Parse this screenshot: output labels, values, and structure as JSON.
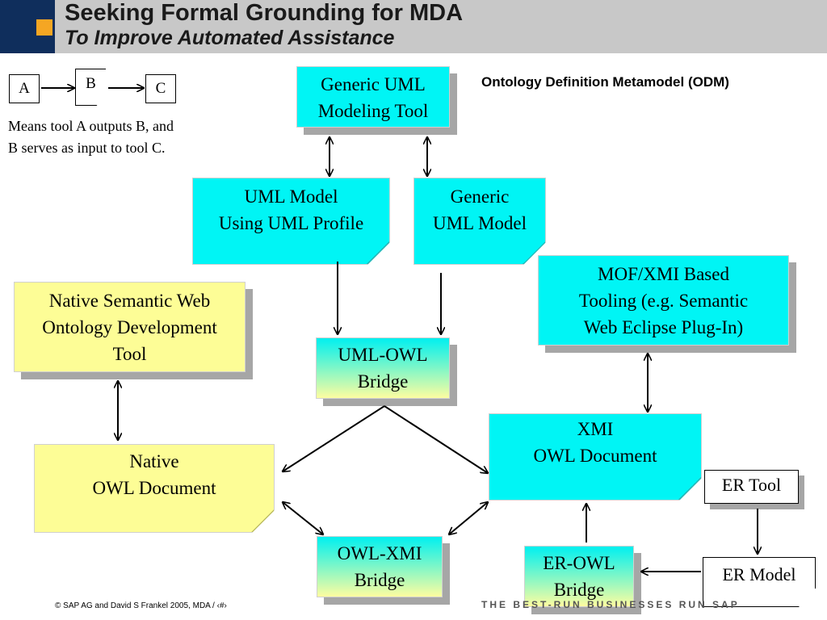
{
  "header": {
    "title": "Seeking Formal Grounding for MDA",
    "subtitle": "To Improve Automated Assistance",
    "blue": "#0f2e5c",
    "orange": "#f5a623"
  },
  "odm_label": "Ontology Definition Metamodel (ODM)",
  "legend": {
    "a": "A",
    "b": "B",
    "c": "C",
    "text": "Means tool A outputs B, and B serves as input to tool C."
  },
  "nodes": {
    "generic_uml_tool": [
      "Generic UML",
      "Modeling Tool"
    ],
    "uml_model_profile": [
      "UML Model",
      "Using UML Profile"
    ],
    "generic_uml_model": [
      "Generic",
      "UML Model"
    ],
    "mof_xmi": [
      "MOF/XMI Based",
      "Tooling (e.g. Semantic",
      "Web Eclipse Plug-In)"
    ],
    "native_sw_tool": [
      "Native Semantic Web",
      "Ontology Development",
      "Tool"
    ],
    "uml_owl_bridge": [
      "UML-OWL",
      "Bridge"
    ],
    "native_owl_doc": [
      "Native",
      "OWL Document"
    ],
    "xmi_owl_doc": [
      "XMI",
      "OWL Document"
    ],
    "er_tool": "ER Tool",
    "owl_xmi_bridge": [
      "OWL-XMI",
      "Bridge"
    ],
    "er_owl_bridge": [
      "ER-OWL",
      "Bridge"
    ],
    "er_model": "ER Model"
  },
  "footer": {
    "copyright": "©   SAP AG and David S Frankel 2005, MDA / ‹#›",
    "tagline": "THE BEST-RUN BUSINESSES RUN SAP"
  },
  "colors": {
    "cyan": "#00f5f5",
    "yellow": "#fdfd96",
    "header_band": "#c8c8c8"
  }
}
